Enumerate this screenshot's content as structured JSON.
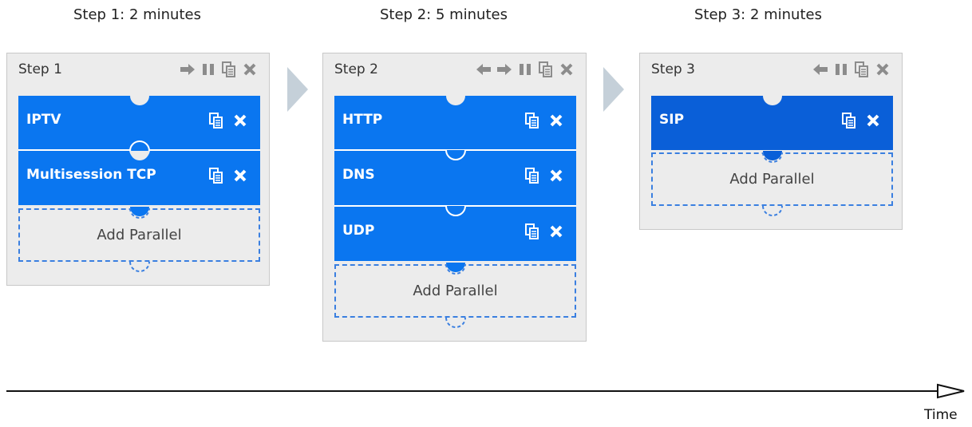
{
  "steps": [
    {
      "title": "Step 1: 2 minutes",
      "name": "Step 1",
      "tools": [
        "arrow-right-icon",
        "pause-icon",
        "copy-icon",
        "close-icon"
      ],
      "blocks": [
        {
          "label": "IPTV"
        },
        {
          "label": "Multisession TCP"
        }
      ],
      "add_parallel": "Add Parallel"
    },
    {
      "title": "Step 2: 5 minutes",
      "name": "Step 2",
      "tools": [
        "arrow-left-icon",
        "arrow-right-icon",
        "pause-icon",
        "copy-icon",
        "close-icon"
      ],
      "blocks": [
        {
          "label": "HTTP"
        },
        {
          "label": "DNS"
        },
        {
          "label": "UDP"
        }
      ],
      "add_parallel": "Add Parallel"
    },
    {
      "title": "Step 3: 2 minutes",
      "name": "Step 3",
      "tools": [
        "arrow-left-icon",
        "pause-icon",
        "copy-icon",
        "close-icon"
      ],
      "blocks": [
        {
          "label": "SIP"
        }
      ],
      "add_parallel": "Add Parallel"
    }
  ],
  "timeline": {
    "label": "Time"
  },
  "colors": {
    "block": "#0a76f0",
    "block_selected": "#0a5fd8",
    "panel": "#ececec",
    "dashed": "#3a7fe0",
    "icon": "#8c8c8c"
  }
}
